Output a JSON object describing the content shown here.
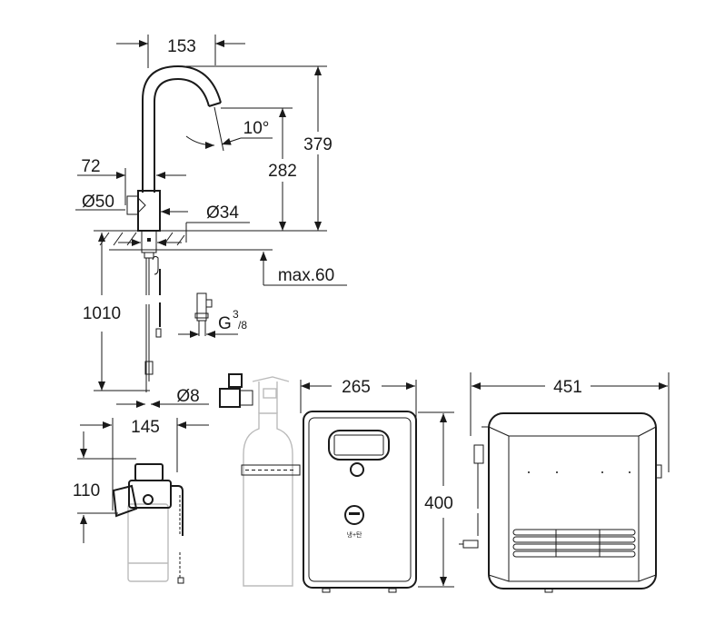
{
  "diagram": {
    "faucet": {
      "spout_width": "153",
      "total_height": "379",
      "outlet_height": "282",
      "spout_angle": "10°",
      "lever_reach": "72",
      "body_diameter": "Ø50",
      "shank_diameter": "Ø34",
      "max_counter_thickness": "max.60",
      "hose_length": "1010",
      "connection_thread_prefix": "G",
      "connection_thread_num": "3",
      "connection_thread_den": "/8",
      "hose_diameter": "Ø8"
    },
    "filter": {
      "width": "145",
      "height": "110"
    },
    "chiller": {
      "depth": "265",
      "height": "400",
      "width": "451",
      "logo_label": "냉+탄"
    }
  }
}
